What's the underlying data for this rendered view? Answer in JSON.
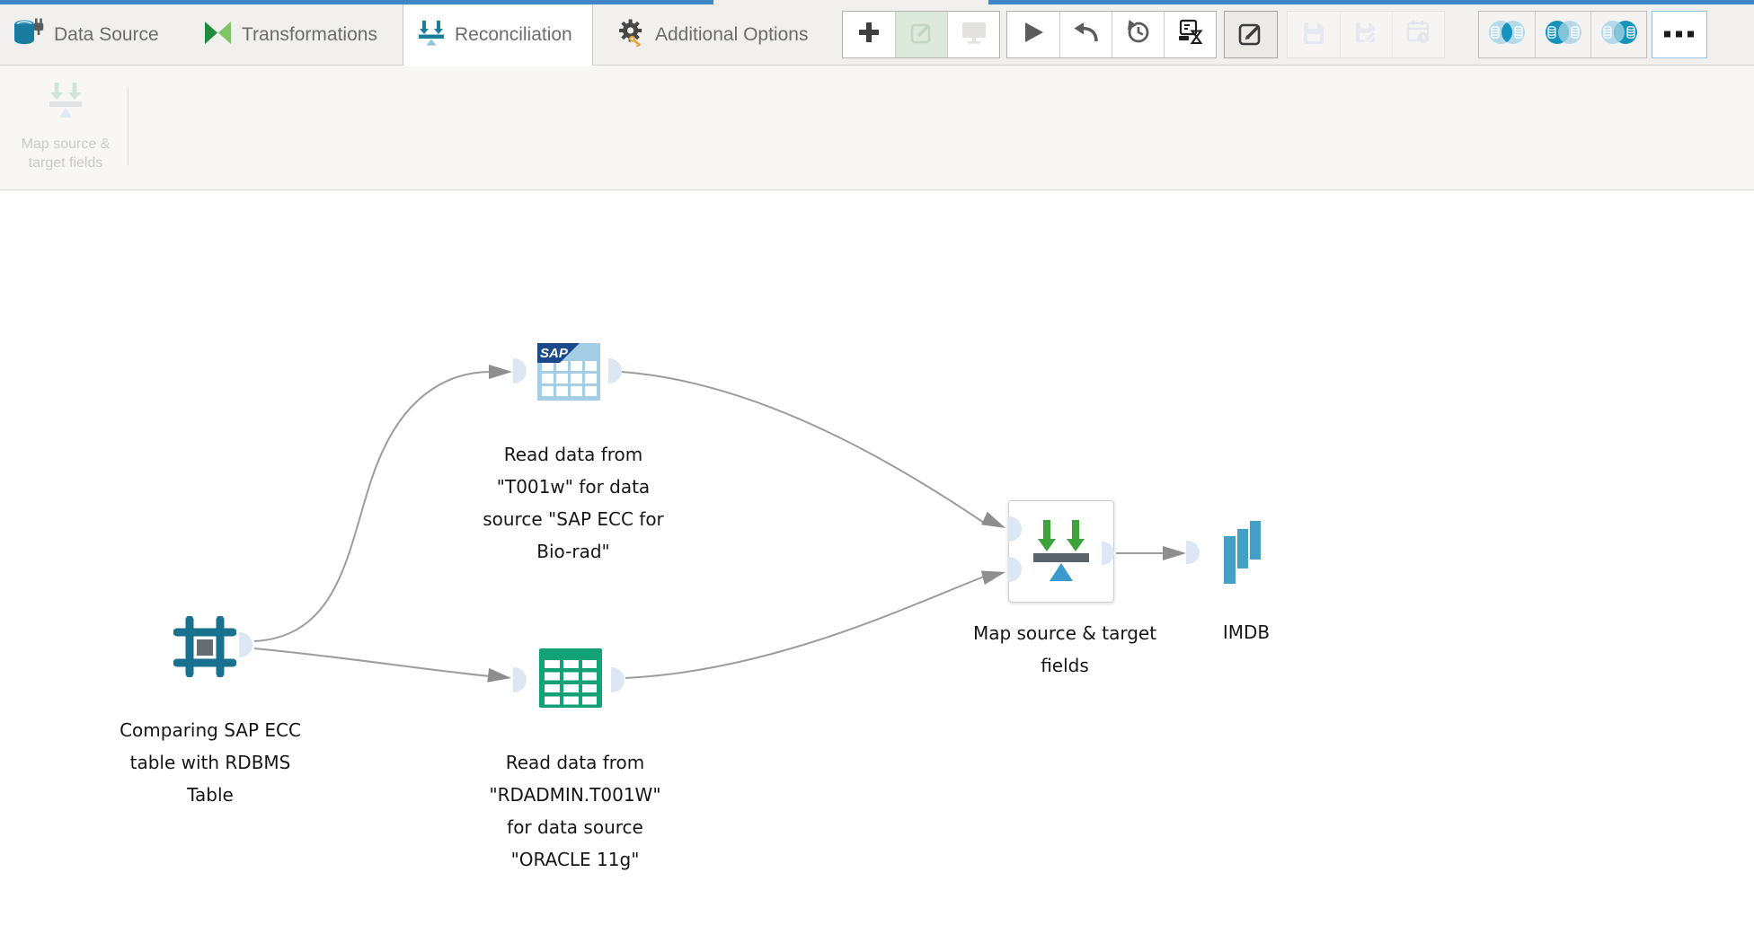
{
  "header": {
    "tabs": [
      {
        "label": "Data Source"
      },
      {
        "label": "Transformations"
      },
      {
        "label": "Reconciliation",
        "active": true
      },
      {
        "label": "Additional Options"
      }
    ],
    "toolbar": [
      {
        "name": "add",
        "disabled": false
      },
      {
        "name": "edit",
        "disabled": true
      },
      {
        "name": "monitor",
        "disabled": true
      },
      {
        "name": "run",
        "disabled": false
      },
      {
        "name": "undo",
        "disabled": false
      },
      {
        "name": "history",
        "disabled": false
      },
      {
        "name": "job-status",
        "disabled": false
      },
      {
        "name": "edit-mode",
        "active": true
      },
      {
        "name": "save",
        "disabled": true
      },
      {
        "name": "save-as",
        "disabled": true
      },
      {
        "name": "schedule",
        "disabled": true
      },
      {
        "name": "join-inner",
        "disabled": false
      },
      {
        "name": "join-left",
        "disabled": false
      },
      {
        "name": "join-right",
        "disabled": false
      },
      {
        "name": "more",
        "selected": true
      }
    ]
  },
  "palette": {
    "map_item": {
      "label_lines": [
        "Map source &",
        "target fields"
      ]
    }
  },
  "canvas": {
    "nodes": {
      "comparing": {
        "label_lines": [
          "Comparing SAP ECC",
          "table with RDBMS",
          "Table"
        ]
      },
      "sap_read": {
        "logo": "SAP",
        "label_lines": [
          "Read data from",
          "\"T001w\" for data",
          "source \"SAP ECC for",
          "Bio-rad\""
        ]
      },
      "oracle_read": {
        "label_lines": [
          "Read data from",
          "\"RDADMIN.T001W\"",
          "for data source",
          "\"ORACLE 11g\""
        ]
      },
      "map": {
        "label_lines": [
          "Map source & target",
          "fields"
        ]
      },
      "imdb": {
        "label_lines": [
          "IMDB"
        ]
      }
    }
  },
  "colors": {
    "accent_blue": "#3e86c7",
    "teal": "#18718f",
    "green_table": "#13a276",
    "sap_banner_blue": "#1b4a8c",
    "imdb_bar_blue": "#44a0c5",
    "balance_arrow_green": "#3ca33c",
    "balance_triangle_blue": "#3a9acb",
    "port_fill": "#dde6f3",
    "wire_gray": "#9c9c9c"
  }
}
